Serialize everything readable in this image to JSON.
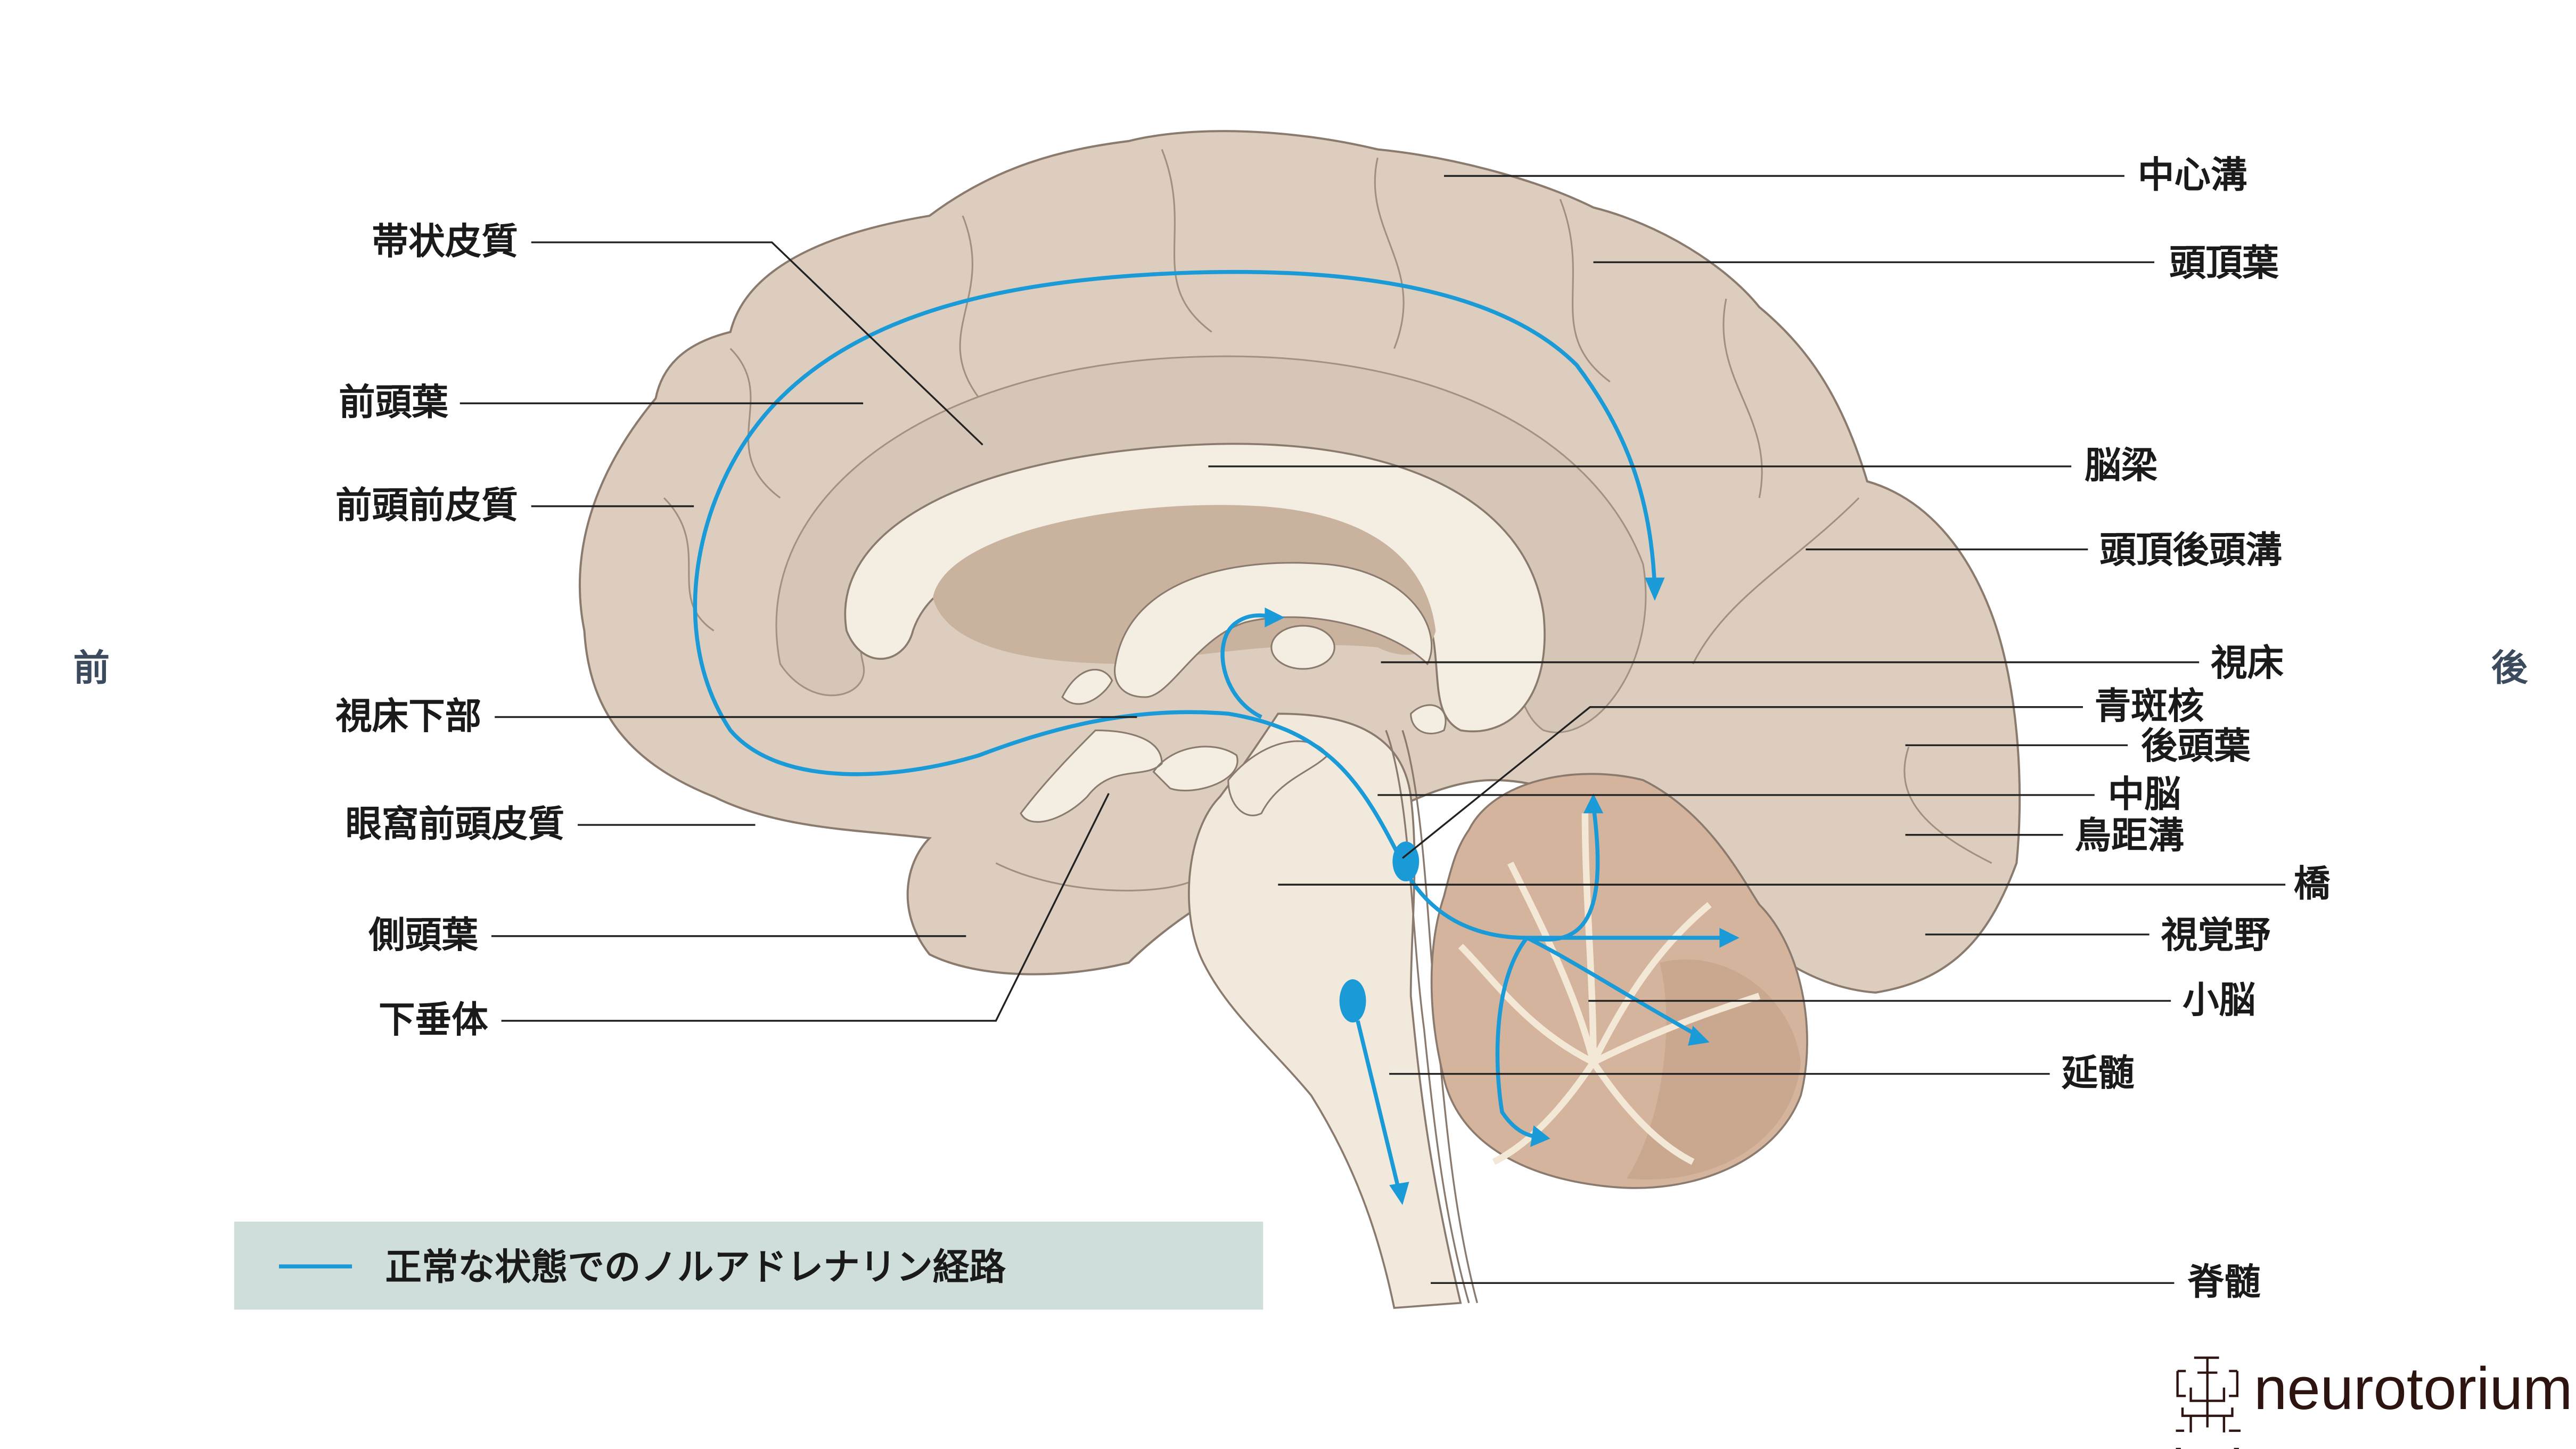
{
  "directions": {
    "anterior": "前",
    "posterior": "後"
  },
  "labels_left": {
    "cingulate_cortex": "帯状皮質",
    "frontal_lobe": "前頭葉",
    "prefrontal_cortex": "前頭前皮質",
    "hypothalamus": "視床下部",
    "orbitofrontal_cortex": "眼窩前頭皮質",
    "temporal_lobe": "側頭葉",
    "pituitary": "下垂体"
  },
  "labels_right": {
    "central_sulcus": "中心溝",
    "parietal_lobe": "頭頂葉",
    "corpus_callosum": "脳梁",
    "parieto_occipital_sulcus": "頭頂後頭溝",
    "thalamus": "視床",
    "locus_coeruleus": "青斑核",
    "occipital_lobe": "後頭葉",
    "midbrain": "中脳",
    "calcarine_sulcus": "鳥距溝",
    "pons": "橋",
    "visual_cortex": "視覚野",
    "cerebellum": "小脳",
    "medulla": "延髄",
    "spinal_cord": "脊髄"
  },
  "legend": {
    "label": "正常な状態でのノルアドレナリン経路"
  },
  "logo": {
    "text": "neurotorium"
  },
  "colors": {
    "pathway": "#1a9ad6",
    "legend_bg": "#cfdedb",
    "cortex": "#dccdbf",
    "logo": "#2e1410"
  }
}
